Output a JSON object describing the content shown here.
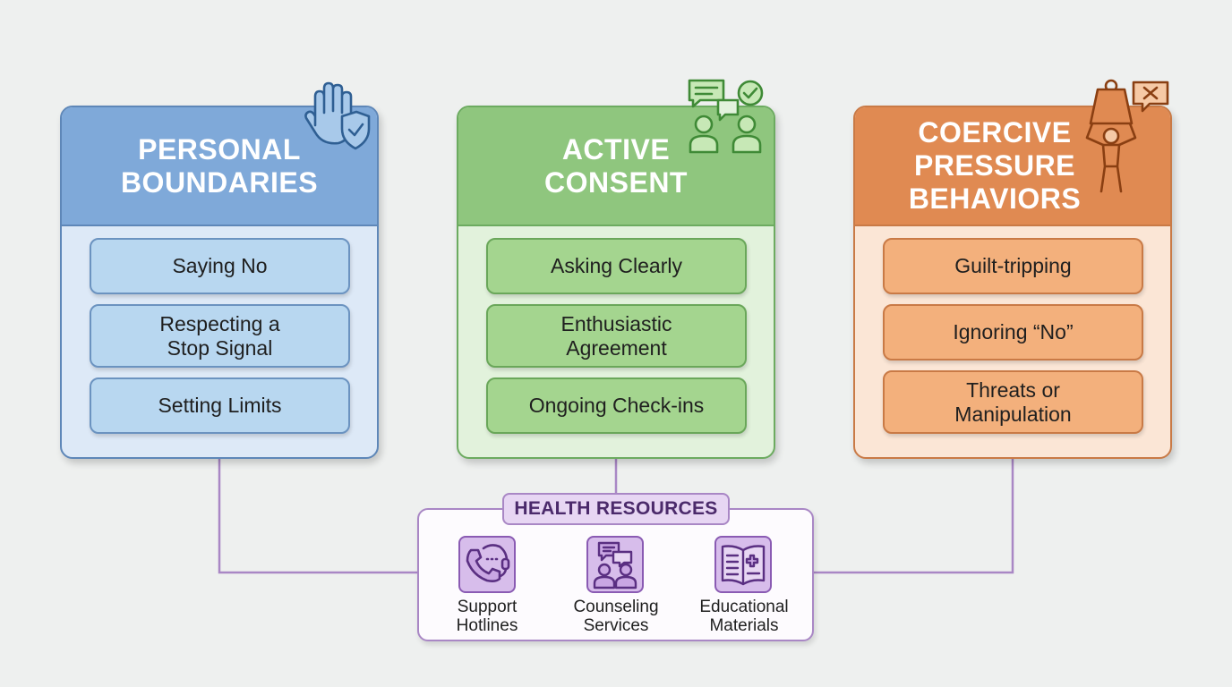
{
  "background_color": "#eef0ef",
  "cards": [
    {
      "title": "PERSONAL\nBOUNDARIES",
      "icon": "raised-hand-shield-icon",
      "color": "#7fa9d9",
      "items": [
        "Saying No",
        "Respecting a\nStop Signal",
        "Setting Limits"
      ]
    },
    {
      "title": "ACTIVE\nCONSENT",
      "icon": "people-chat-check-icon",
      "color": "#8fc67e",
      "items": [
        "Asking Clearly",
        "Enthusiastic\nAgreement",
        "Ongoing Check-ins"
      ]
    },
    {
      "title": "COERCIVE\nPRESSURE\nBEHAVIORS",
      "icon": "person-weight-x-icon",
      "color": "#e08a52",
      "items": [
        "Guilt-tripping",
        "Ignoring “No”",
        "Threats or\nManipulation"
      ]
    }
  ],
  "resources": {
    "title": "HEALTH RESOURCES",
    "color": "#a987c5",
    "items": [
      {
        "label": "Support\nHotlines",
        "icon": "phone-headset-icon"
      },
      {
        "label": "Counseling\nServices",
        "icon": "counseling-people-icon"
      },
      {
        "label": "Educational\nMaterials",
        "icon": "open-book-cross-icon"
      }
    ]
  }
}
